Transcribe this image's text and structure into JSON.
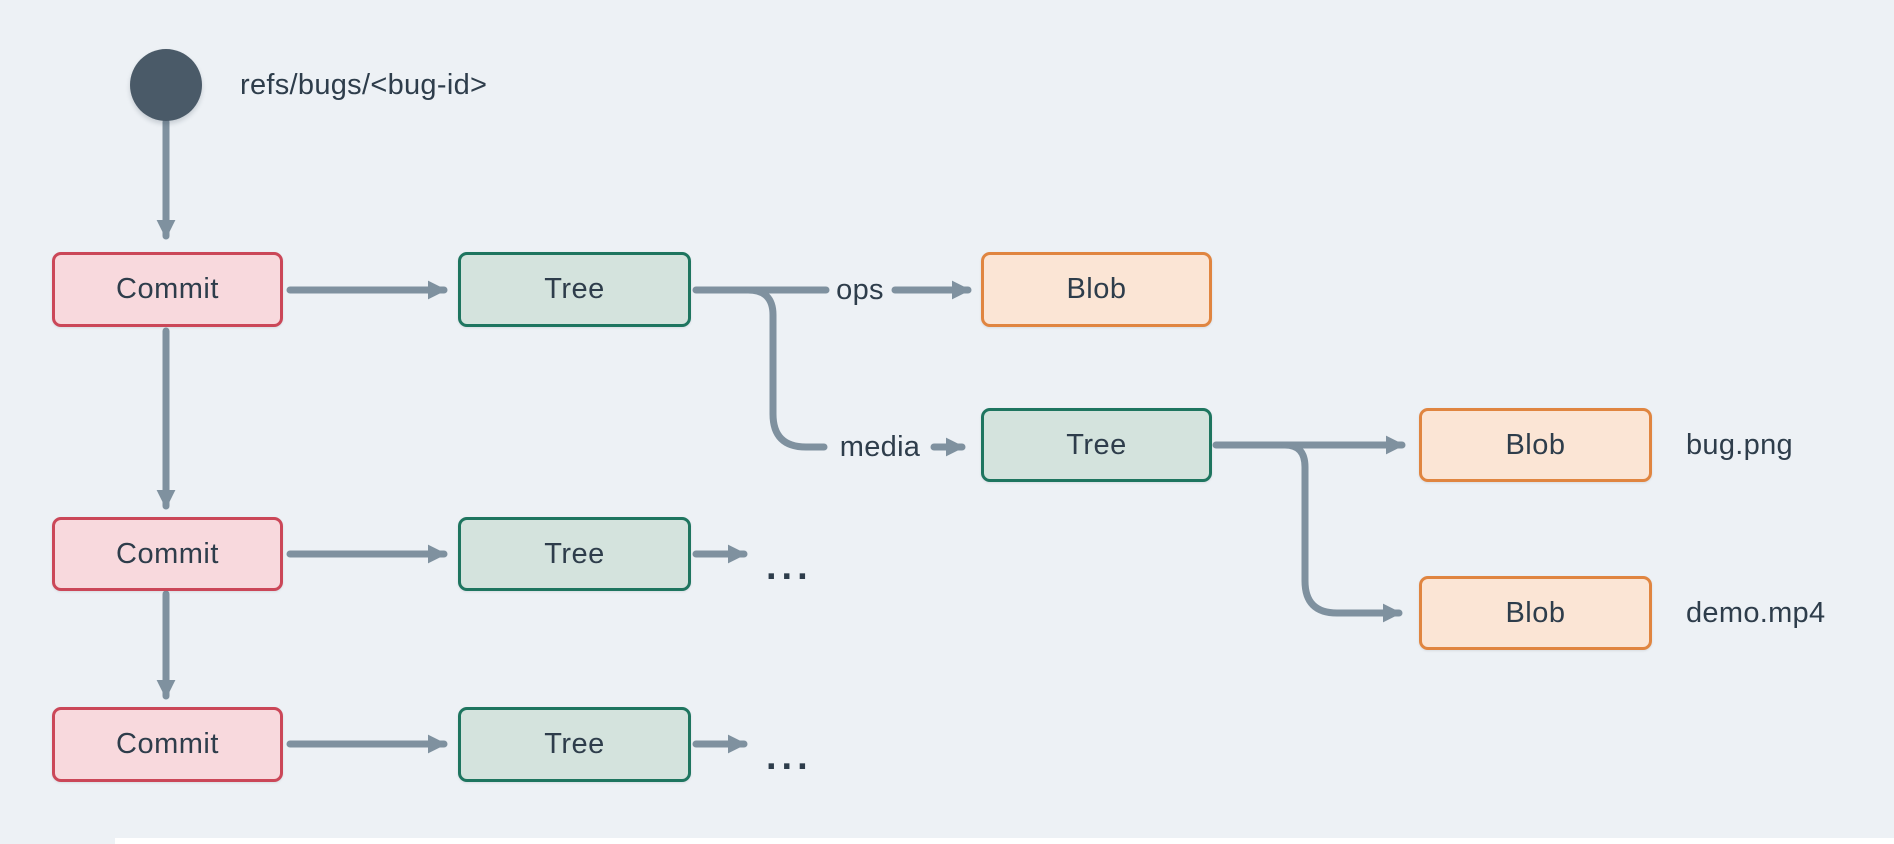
{
  "diagram": {
    "title_hint": "git object graph for a bug ref",
    "ref": {
      "label": "refs/bugs/<bug-id>"
    },
    "node_labels": {
      "commit": "Commit",
      "tree": "Tree",
      "blob": "Blob"
    },
    "edge_labels": {
      "ops": "ops",
      "media": "media"
    },
    "file_annotations": {
      "bug": "bug.png",
      "demo": "demo.mp4"
    },
    "ellipsis": "...",
    "colors": {
      "background": "#edf1f5",
      "text": "#2e3d4b",
      "arrow": "#7f919f",
      "ref_circle": "#4a5a68",
      "commit_fill": "#f8d9dd",
      "commit_border": "#cb4758",
      "tree_fill": "#d4e3dd",
      "tree_border": "#1e755f",
      "blob_fill": "#fbe5d5",
      "blob_border": "#e08540"
    }
  }
}
